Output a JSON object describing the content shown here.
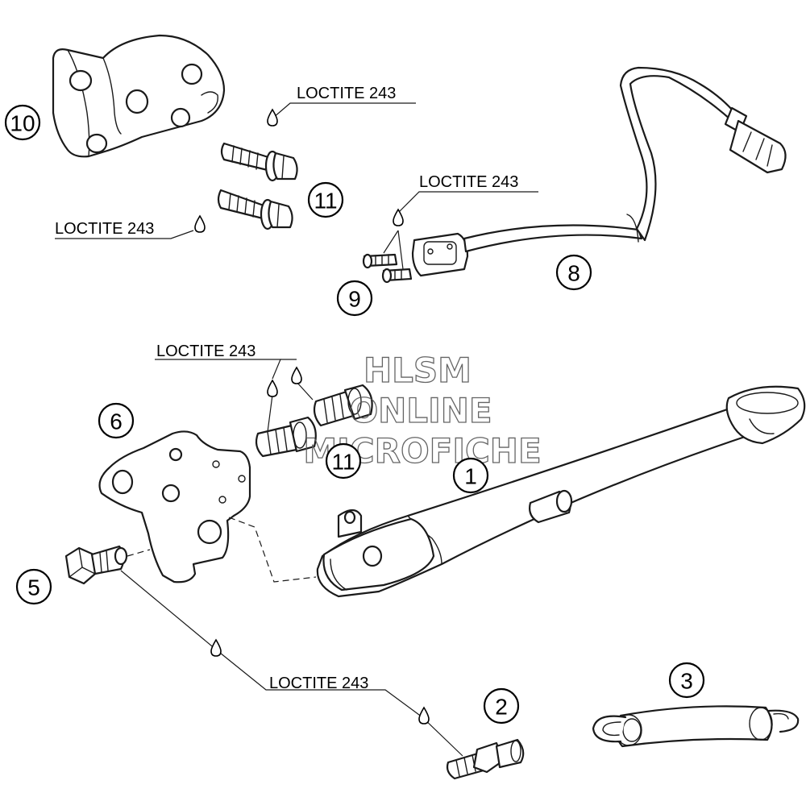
{
  "diagram": {
    "callouts": {
      "c1": "1",
      "c2": "2",
      "c3": "3",
      "c5": "5",
      "c6": "6",
      "c8": "8",
      "c9": "9",
      "c10": "10",
      "c11a": "11",
      "c11b": "11"
    },
    "notes": {
      "n1": "LOCTITE 243",
      "n2": "LOCTITE 243",
      "n3": "LOCTITE 243",
      "n4": "LOCTITE 243",
      "n5": "LOCTITE 243"
    },
    "watermark": {
      "line1": "HLSM",
      "line2": "ONLINE",
      "line3": "MICROFICHE"
    }
  }
}
